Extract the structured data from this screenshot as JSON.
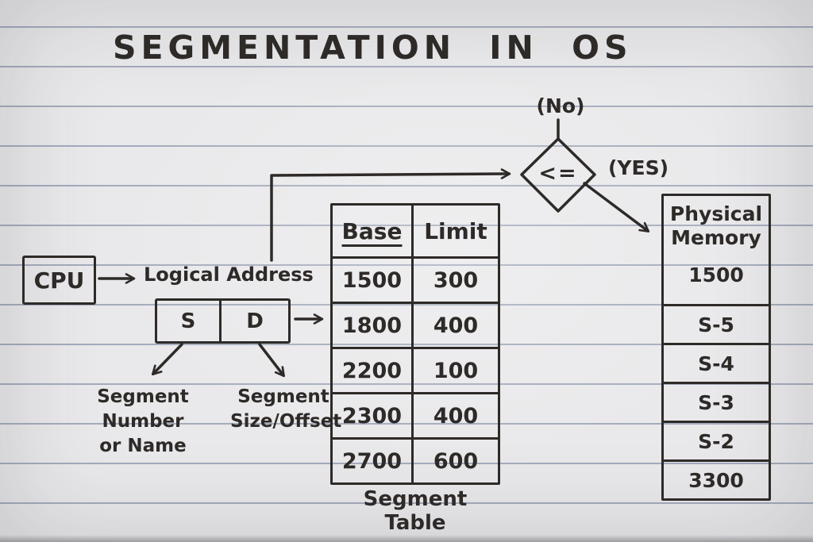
{
  "title": "SEGMENTATION IN OS",
  "cpu": {
    "label": "CPU"
  },
  "logical_address_label": "Logical Address",
  "sd_register": {
    "s": "S",
    "d": "D"
  },
  "labels": {
    "segment_number": {
      "line1": "Segment Number",
      "line2": "or Name"
    },
    "segment_size": {
      "line1": "Segment",
      "line2": "Size/Offset"
    }
  },
  "decision": {
    "operator": "<=",
    "no_label": "(No)",
    "yes_label": "(YES)"
  },
  "segment_table": {
    "caption": "Segment Table",
    "columns": [
      "Base",
      "Limit"
    ],
    "rows": [
      [
        "1500",
        "300"
      ],
      [
        "1800",
        "400"
      ],
      [
        "2200",
        "100"
      ],
      [
        "2300",
        "400"
      ],
      [
        "2700",
        "600"
      ]
    ]
  },
  "physical_memory": {
    "title": {
      "line1": "Physical",
      "line2": "Memory"
    },
    "base_value": "1500",
    "cells": [
      "S-5",
      "S-4",
      "S-3",
      "S-2",
      "3300"
    ]
  },
  "colors": {
    "ink": "#2d2a28",
    "paper": "#e9e8ea",
    "rule_line": "#6c7896"
  }
}
